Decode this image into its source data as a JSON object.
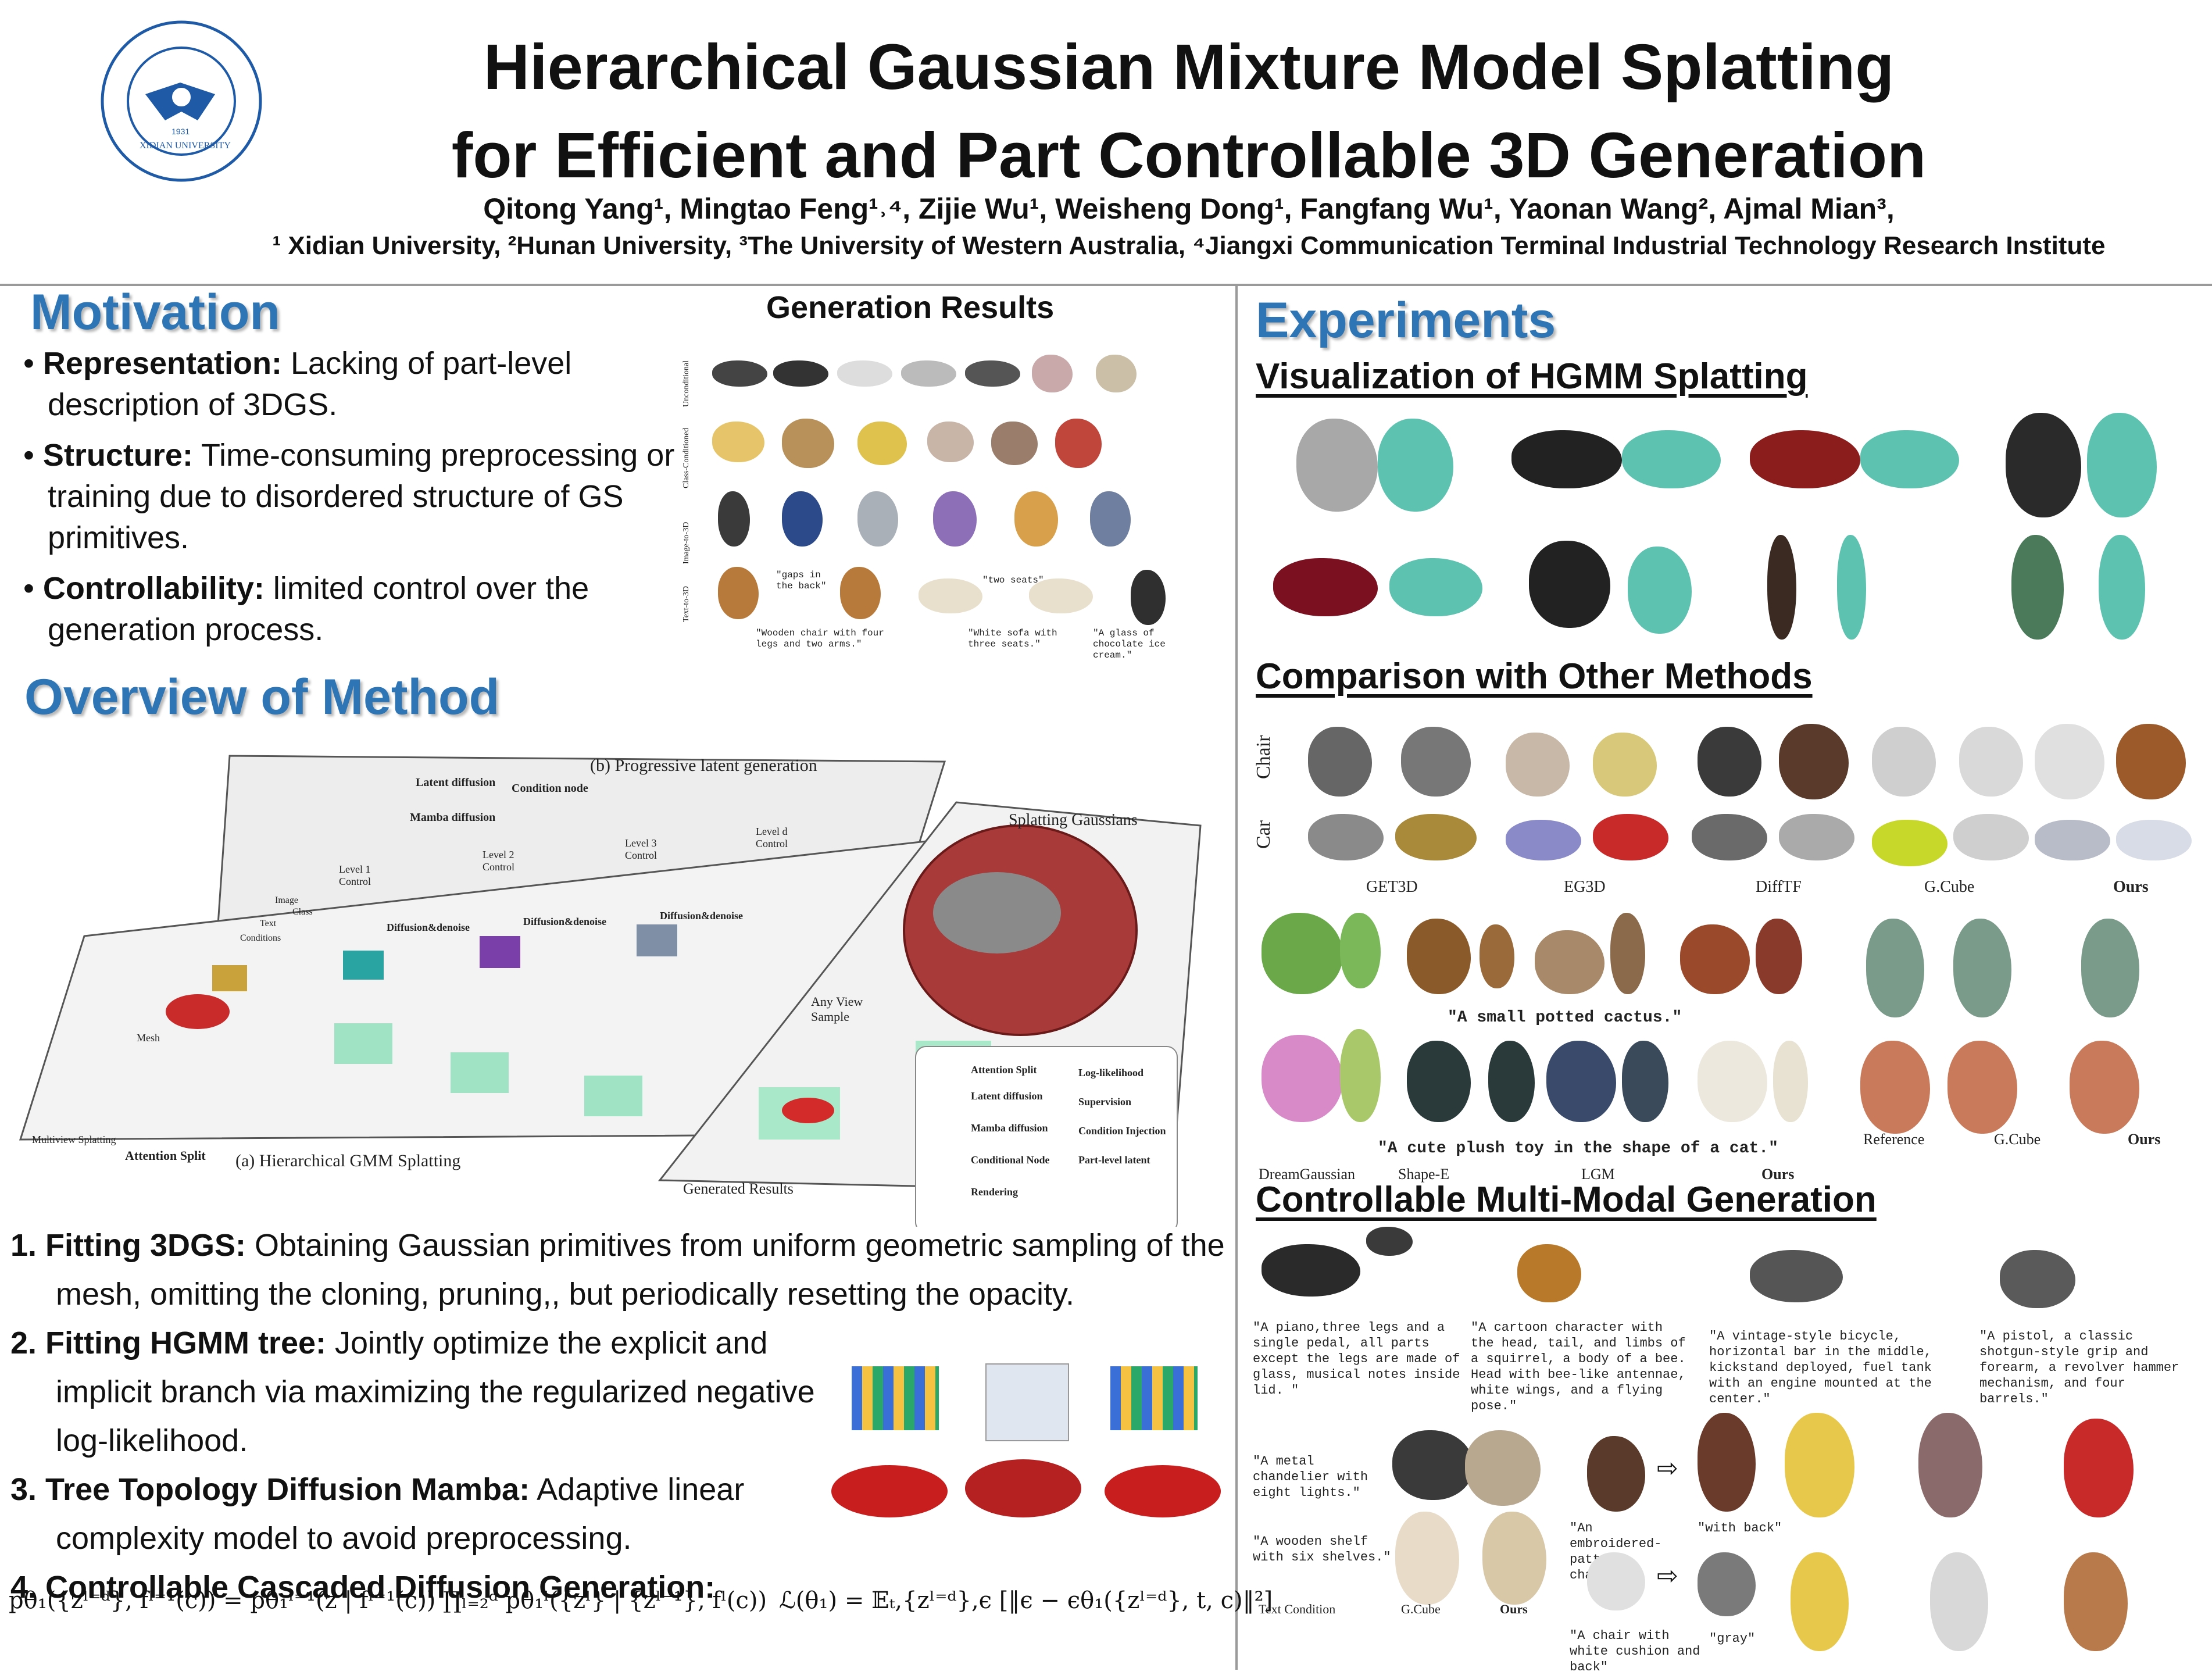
{
  "header": {
    "logo_text": "XIDIAN UNIVERSITY",
    "logo_year": "1931",
    "title_line1": "Hierarchical Gaussian Mixture Model Splatting",
    "title_line2": "for Efficient and Part Controllable 3D Generation",
    "authors": "Qitong Yang¹, Mingtao Feng¹˒⁴, Zijie Wu¹, Weisheng Dong¹, Fangfang Wu¹, Yaonan Wang², Ajmal Mian³,",
    "affiliations": "¹ Xidian University, ²Hunan University, ³The University of Western Australia, ⁴Jiangxi Communication Terminal Industrial Technology Research Institute"
  },
  "motivation": {
    "heading": "Motivation",
    "bullets": [
      {
        "label": "Representation:",
        "text": " Lacking of part-level description of 3DGS."
      },
      {
        "label": "Structure:",
        "text": " Time-consuming preprocessing or training due to disordered structure of GS primitives."
      },
      {
        "label": "Controllability:",
        "text": " limited control over the generation process."
      }
    ]
  },
  "generation_results": {
    "heading": "Generation Results",
    "row_labels": [
      "Unconditional",
      "Class-Conditioned",
      "Image-to-3D",
      "Text-to-3D"
    ],
    "prompts": [
      "\"gaps in the back\"",
      "\"two seats\"",
      "\"Wooden chair with four legs and two arms.\"",
      "\"White sofa with three seats.\"",
      "\"A glass of chocolate ice cream.\""
    ]
  },
  "overview": {
    "heading": "Overview of Method",
    "fig_labels": {
      "panel_b": "(b) Progressive latent generation",
      "panel_a": "(a) Hierarchical GMM Splatting",
      "splatting": "Splatting Gaussians",
      "generated": "Generated Results",
      "any_view": "Any View Sample",
      "mesh": "Mesh",
      "multiview": "Multiview Splatting",
      "attention_split": "Attention Split",
      "conditions": "Conditions",
      "image": "Image",
      "class": "Class",
      "text": "Text",
      "levels": [
        "Level 1 Control",
        "Level 2 Control",
        "Level 3 Control",
        "Level d Control"
      ],
      "diffusion": "Diffusion&denoise",
      "legend_top": [
        "Latent diffusion",
        "Condition node",
        "Mamba diffusion"
      ],
      "legend": [
        "Attention Split",
        "Log-likelihood",
        "Latent diffusion",
        "Supervision",
        "Mamba diffusion",
        "Condition Injection",
        "Conditional Node",
        "Part-level latent",
        "Rendering"
      ]
    },
    "steps": [
      {
        "num": "1.",
        "label": " Fitting 3DGS:",
        "text": " Obtaining Gaussian primitives from uniform geometric sampling of the mesh, omitting the cloning, pruning,, but periodically resetting the opacity."
      },
      {
        "num": "2.",
        "label": " Fitting HGMM tree:",
        "text": " Jointly optimize the explicit and implicit branch via maximizing the regularized negative log-likelihood."
      },
      {
        "num": "3.",
        "label": " Tree Topology Diffusion Mamba:",
        "text": " Adaptive linear complexity model to avoid preprocessing."
      },
      {
        "num": "4.",
        "label": " Controllable Cascaded Diffusion Generation:",
        "text": ""
      }
    ],
    "equation_1": "pθ₁({zˡ⁼ᵈ}, fˡ⁼¹(c)) = pθ₁ˡ⁼¹(z | fˡ⁼¹(c)) ∏ₗ₌₂ᵈ pθ₁ˡ({zˡ} | {zˡ⁻¹}, fˡ(c))",
    "equation_2": "ℒ(θ₁) = 𝔼ₜ,{zˡ⁼ᵈ},ϵ [‖ϵ − ϵθ₁({zˡ⁼ᵈ}, t, c)‖²]"
  },
  "experiments": {
    "heading": "Experiments",
    "vis_heading": "Visualization of HGMM Splatting",
    "cmp_heading": "Comparison with Other Methods",
    "cmp_row_labels": [
      "Chair",
      "Car"
    ],
    "cmp_methods": [
      "GET3D",
      "EG3D",
      "DiffTF",
      "G.Cube",
      "Ours"
    ],
    "cmp_prompts": [
      "\"A small potted cactus.\"",
      "\"A cute plush toy in the shape of a cat.\""
    ],
    "cmp_methods2": [
      "DreamGaussian",
      "Shape-E",
      "LGM",
      "Ours"
    ],
    "cmp_methods3": [
      "Reference",
      "G.Cube",
      "Ours"
    ],
    "mm_heading": "Controllable Multi-Modal Generation",
    "mm_prompts": [
      "\"A piano,three legs and a single pedal, all parts except the legs are made of glass, musical notes inside lid. \"",
      "\"A cartoon character with the head, tail, and limbs of a squirrel, a body of a bee. Head with bee-like antennae, white wings, and a flying pose.\"",
      "\"A vintage-style bicycle, horizontal bar in the middle, kickstand deployed, fuel tank with an engine mounted at the center.\"",
      "\"A pistol, a classic shotgun-style grip and forearm, a revolver hammer mechanism, and four barrels.\""
    ],
    "mm_prompts2": [
      "\"A metal chandelier with eight lights.\"",
      "\"A wooden shelf with six shelves.\"",
      "\"An embroidered-pattern chair.\"",
      "\"with back\"",
      "\"A chair with white cushion and back\"",
      "\"gray\""
    ],
    "mm_captions": [
      "Text Condition",
      "G.Cube",
      "Ours"
    ]
  }
}
